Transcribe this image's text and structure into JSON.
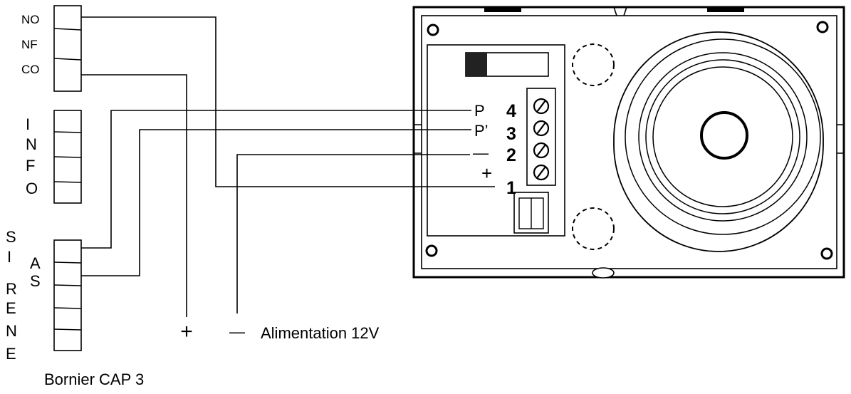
{
  "relay_block": {
    "contacts": [
      "NO",
      "NF",
      "CO"
    ]
  },
  "info_block": {
    "letters": [
      "I",
      "N",
      "F",
      "O"
    ]
  },
  "sirene_block": {
    "letters": [
      "S",
      "I",
      "R",
      "E",
      "N",
      "E"
    ],
    "as_letters": [
      "A",
      "S"
    ]
  },
  "siren_terminals": {
    "signals": [
      "P",
      "P’",
      "—",
      "+"
    ],
    "numbers": [
      "4",
      "3",
      "2",
      "1"
    ]
  },
  "power": {
    "plus": "+",
    "minus": "—",
    "label": "Alimentation 12V"
  },
  "caption": "Bornier CAP 3"
}
